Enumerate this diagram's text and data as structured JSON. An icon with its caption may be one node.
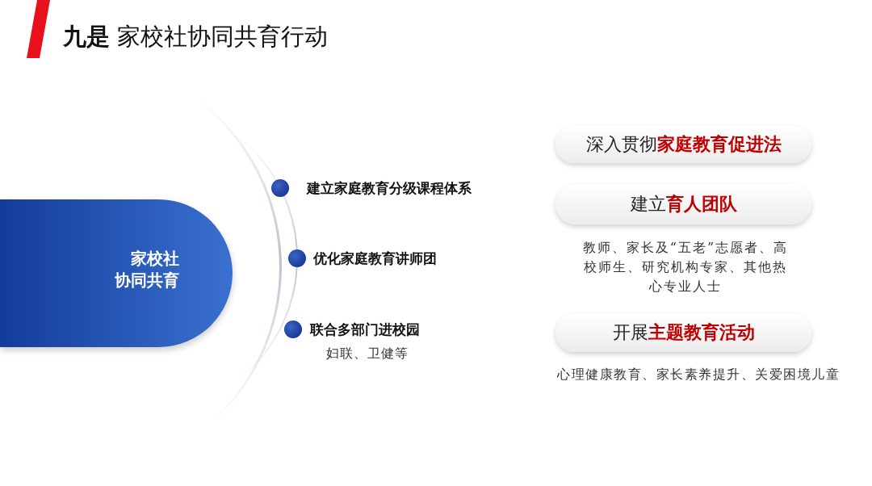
{
  "diagram": {
    "title": "**九是** 家校社协同共育行动",
    "nodes": [
      {
        "text": [
          "家校社",
          "协同共育"
        ]
      },
      {
        "text": [
          "深入贯彻**家庭教育促进法**"
        ]
      },
      {
        "text": [
          "建立**育人团队**"
        ],
        "beside": [
          "教师、家长及“五老”志愿者、高校师生、研究机构专家、其他热心专业人士"
        ]
      },
      {
        "text": [
          "开展**主题教育活动**"
        ],
        "beside": [
          "心理健康教育、家长素养提升、关爱困境儿童"
        ]
      }
    ],
    "labels": [
      "建立家庭教育分级课程体系",
      "优化家庭教育讲师团",
      "联合多部门进校园",
      "妇联、卫健等"
    ]
  }
}
